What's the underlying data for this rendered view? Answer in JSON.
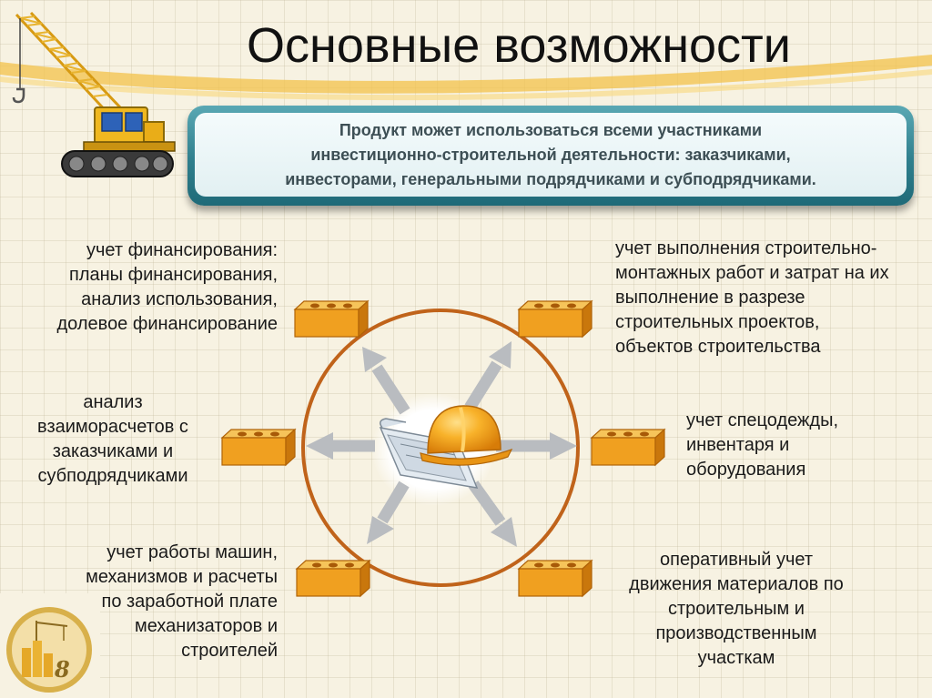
{
  "title": "Основные возможности",
  "banner": {
    "line1": "Продукт может использоваться всеми участниками",
    "line2": "инвестиционно-строительной деятельности: заказчиками,",
    "line3": "инвесторами, генеральными подрядчиками и субподрядчиками."
  },
  "features": {
    "financing": [
      "учет финансирования:",
      "планы финансирования,",
      "анализ использования,",
      "долевое финансирование"
    ],
    "construction": [
      "учет выполнения строительно-",
      "монтажных работ и затрат на их",
      "выполнение в разрезе",
      "строительных проектов,",
      "объектов строительства"
    ],
    "settlements": [
      "анализ",
      "взаиморасчетов с",
      "заказчиками и",
      "субподрядчиками"
    ],
    "workwear": [
      "учет спецодежды,",
      "инвентаря и",
      "оборудования"
    ],
    "machines": [
      "учет работы машин,",
      "механизмов и расчеты",
      "по заработной плате",
      "механизаторов и",
      "строителей"
    ],
    "materials": [
      "оперативный учет",
      "движения материалов по",
      "строительным и",
      "производственным",
      "участкам"
    ]
  },
  "logo": {
    "mark": "8"
  },
  "colors": {
    "accent_teal": "#2f7f8d",
    "brick": "#f0a020",
    "brick_dark": "#a85a08",
    "circle": "#c0631a",
    "arrow": "#b9bcc0",
    "helmet": "#f6a81c"
  },
  "icons": {
    "crane": "crane-icon",
    "center": "hard-hat-icon",
    "pointer": "brick-icon",
    "logo": "logo-icon"
  }
}
